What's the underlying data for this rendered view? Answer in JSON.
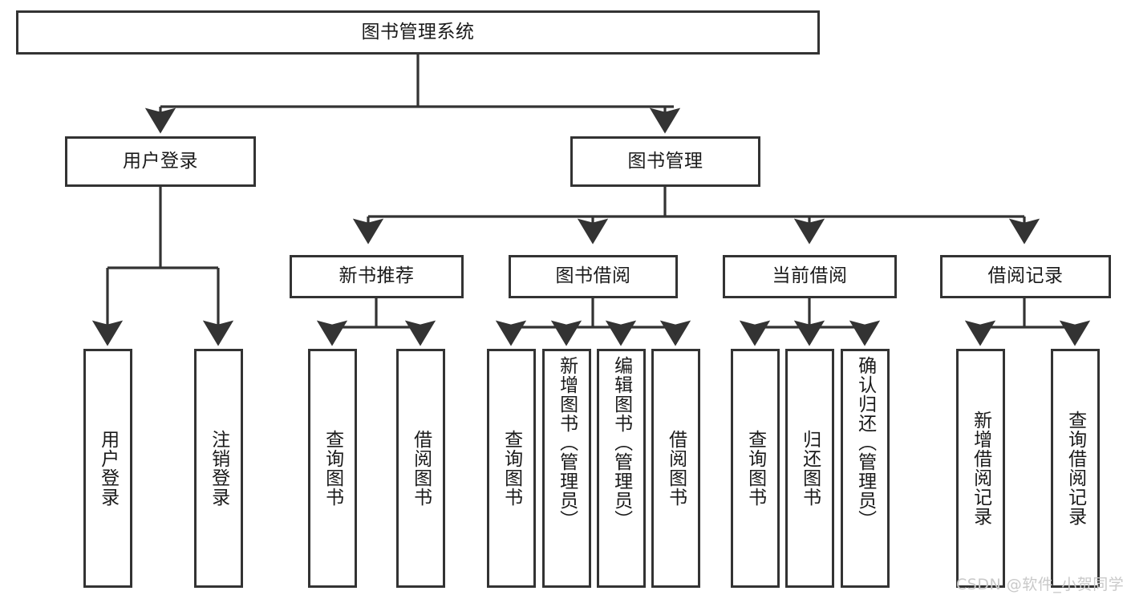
{
  "diagram": {
    "title": "图书管理系统",
    "type": "hierarchy-tree",
    "style": {
      "box_fill": "#ffffff",
      "box_border": "#333333",
      "connector_color": "#333333",
      "text_color": "#1a1a1a",
      "watermark_color": "#c9c9c9"
    },
    "root": {
      "label": "图书管理系统"
    },
    "level1": [
      {
        "label": "用户登录"
      },
      {
        "label": "图书管理"
      }
    ],
    "level2": [
      {
        "label": "新书推荐"
      },
      {
        "label": "图书借阅"
      },
      {
        "label": "当前借阅"
      },
      {
        "label": "借阅记录"
      }
    ],
    "leaves": {
      "user_login": [
        {
          "label": "用户登录"
        },
        {
          "label": "注销登录"
        }
      ],
      "new_book_recommend": [
        {
          "label": "查询图书"
        },
        {
          "label": "借阅图书"
        }
      ],
      "book_borrow": [
        {
          "label": "查询图书"
        },
        {
          "label": "新增图书（管理员）"
        },
        {
          "label": "编辑图书（管理员）"
        },
        {
          "label": "借阅图书"
        }
      ],
      "current_borrow": [
        {
          "label": "查询图书"
        },
        {
          "label": "归还图书"
        },
        {
          "label": "确认归还（管理员）"
        }
      ],
      "borrow_record": [
        {
          "label": "新增借阅记录"
        },
        {
          "label": "查询借阅记录"
        }
      ]
    }
  },
  "watermark": {
    "text": "CSDN @软件_小贺同学"
  }
}
